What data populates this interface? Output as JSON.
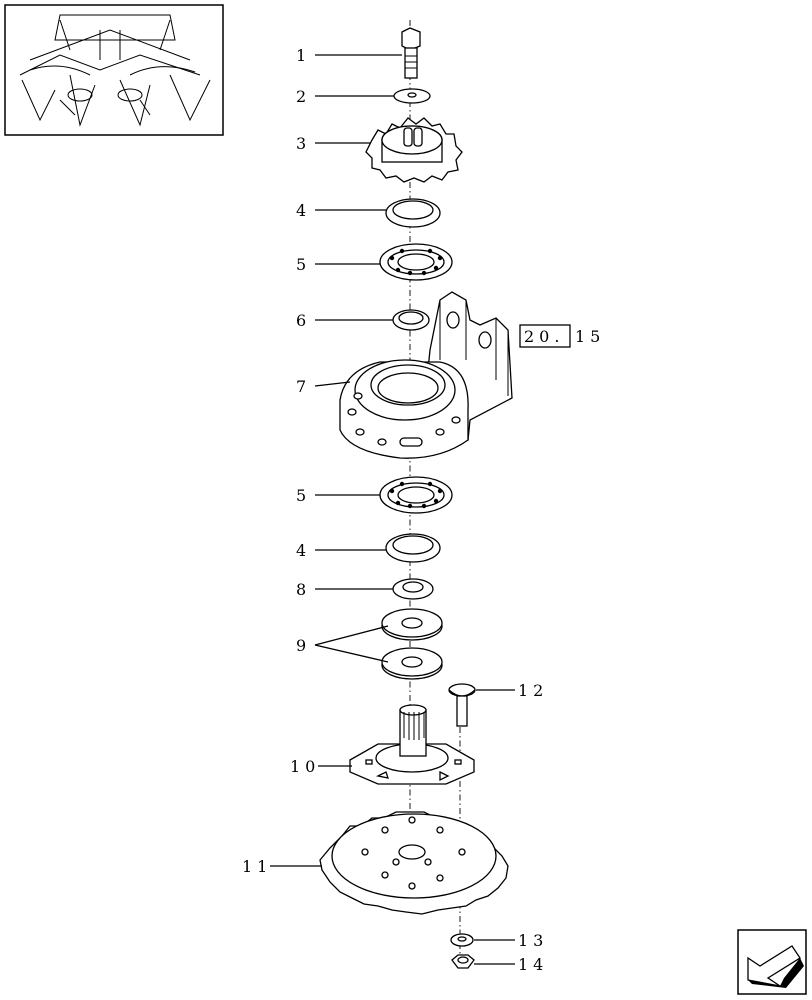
{
  "callouts": [
    {
      "id": "1",
      "label": "1"
    },
    {
      "id": "2",
      "label": "2"
    },
    {
      "id": "3",
      "label": "3"
    },
    {
      "id": "4a",
      "label": "4"
    },
    {
      "id": "5a",
      "label": "5"
    },
    {
      "id": "6",
      "label": "6"
    },
    {
      "id": "7",
      "label": "7"
    },
    {
      "id": "5b",
      "label": "5"
    },
    {
      "id": "4b",
      "label": "4"
    },
    {
      "id": "8",
      "label": "8"
    },
    {
      "id": "9",
      "label": "9"
    },
    {
      "id": "10",
      "label": "10"
    },
    {
      "id": "11",
      "label": "11"
    },
    {
      "id": "12",
      "label": "12"
    },
    {
      "id": "13",
      "label": "13"
    },
    {
      "id": "14",
      "label": "14"
    }
  ],
  "reference": {
    "boxed": "20.",
    "suffix": "15"
  },
  "icons": {
    "thumbnail": "machine-overview-thumbnail",
    "nav": "back-arrow-icon"
  }
}
